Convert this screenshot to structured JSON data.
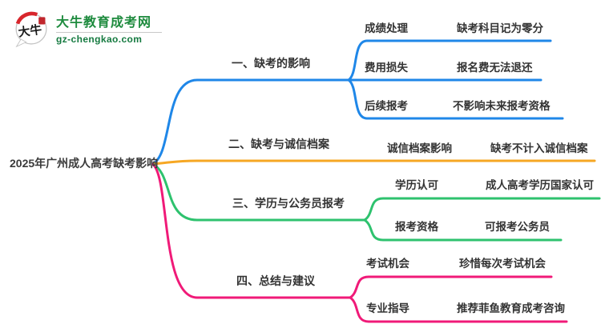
{
  "logo": {
    "icon_text": "大牛",
    "title": "大牛教育成考网",
    "subtitle": "gz-chengkao.com",
    "brand_green": "#1e8b3e",
    "seal_red": "#c1272d"
  },
  "root": {
    "label": "2025年广州成人高考缺考影响"
  },
  "branches": [
    {
      "label": "一、缺考的影响",
      "color": "#1f87e8",
      "children": [
        {
          "key": "成绩处理",
          "value": "缺考科目记为零分"
        },
        {
          "key": "费用损失",
          "value": "报名费无法退还"
        },
        {
          "key": "后续报考",
          "value": "不影响未来报考资格"
        }
      ]
    },
    {
      "label": "二、缺考与诚信档案",
      "color": "#f6a723",
      "children": [
        {
          "key": "诚信档案影响",
          "value": "缺考不计入诚信档案"
        }
      ]
    },
    {
      "label": "三、学历与公务员报考",
      "color": "#2ec26e",
      "children": [
        {
          "key": "学历认可",
          "value": "成人高考学历国家认可"
        },
        {
          "key": "报考资格",
          "value": "可报考公务员"
        }
      ]
    },
    {
      "label": "四、总结与建议",
      "color": "#f01a78",
      "children": [
        {
          "key": "考试机会",
          "value": "珍惜每次考试机会"
        },
        {
          "key": "专业指导",
          "value": "推荐菲鱼教育成考咨询"
        }
      ]
    }
  ]
}
